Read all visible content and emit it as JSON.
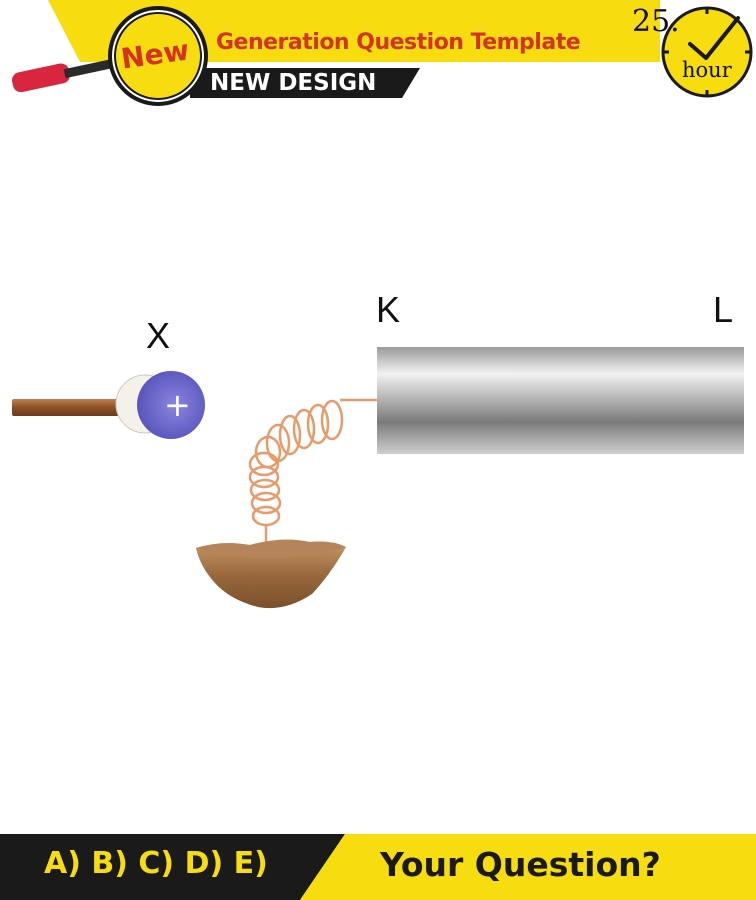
{
  "header": {
    "badge": "New",
    "title": "Generation Question Template",
    "subtitle": "NEW DESIGN",
    "clock_number": "25.",
    "clock_unit": "hour"
  },
  "diagram": {
    "charge_label": "X",
    "charge_sign": "+",
    "rod_left_label": "K",
    "rod_right_label": "L"
  },
  "footer": {
    "options": "A) B) C) D) E)",
    "question": "Your Question?"
  },
  "colors": {
    "banner_yellow": "#f7dc10",
    "badge_red": "#d4331f",
    "charge_purple": "#6a64c8",
    "metal_grey": "#b8b8b8",
    "spring_orange": "#e89a6a",
    "ground_brown": "#9a6a3e",
    "footer_black": "#1a1a1a"
  },
  "icons": [
    "magnifier-icon",
    "clock-icon",
    "checkmark-icon"
  ]
}
